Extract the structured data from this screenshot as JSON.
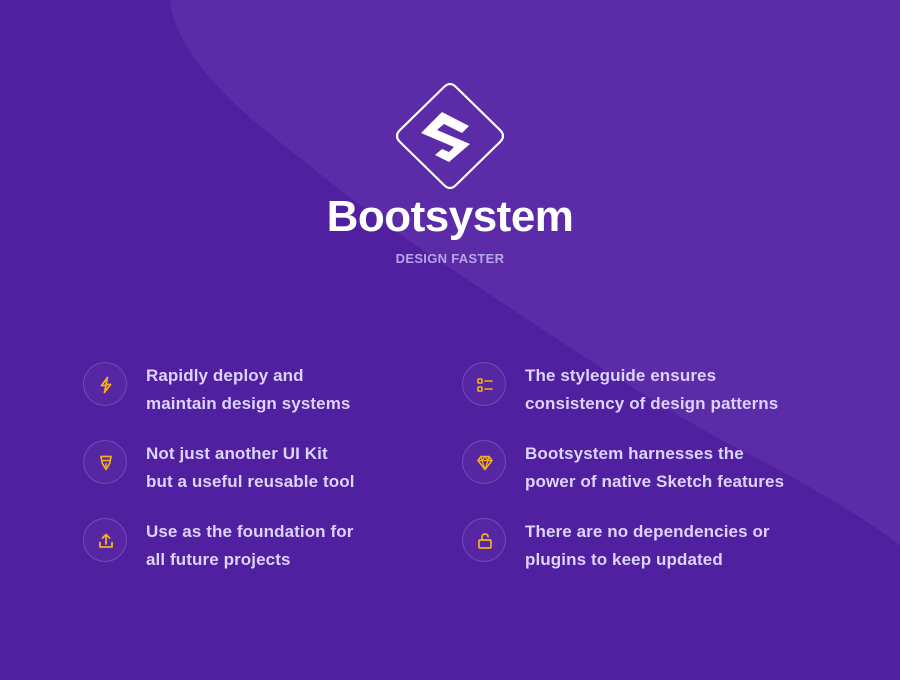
{
  "theme": {
    "background": "#5120A0",
    "accent": "#F2B21B",
    "text_primary": "#FFFFFF",
    "text_feature": "#DDD3FF",
    "text_muted": "#B8A6EA"
  },
  "brand": {
    "name": "Bootsystem",
    "tagline": "DESIGN FASTER"
  },
  "features": [
    {
      "icon": "lightning-icon",
      "lines": [
        "Rapidly deploy and",
        "maintain design systems"
      ]
    },
    {
      "icon": "list-icon",
      "lines": [
        "The styleguide ensures",
        "consistency of design patterns"
      ]
    },
    {
      "icon": "pen-tool-icon",
      "lines": [
        "Not just another UI Kit",
        "but a useful reusable tool"
      ]
    },
    {
      "icon": "diamond-icon",
      "lines": [
        "Bootsystem harnesses the",
        "power of native Sketch features"
      ]
    },
    {
      "icon": "upload-icon",
      "lines": [
        "Use as the foundation for",
        "all future projects"
      ]
    },
    {
      "icon": "unlock-icon",
      "lines": [
        "There are no dependencies or",
        "plugins to keep updated"
      ]
    }
  ]
}
